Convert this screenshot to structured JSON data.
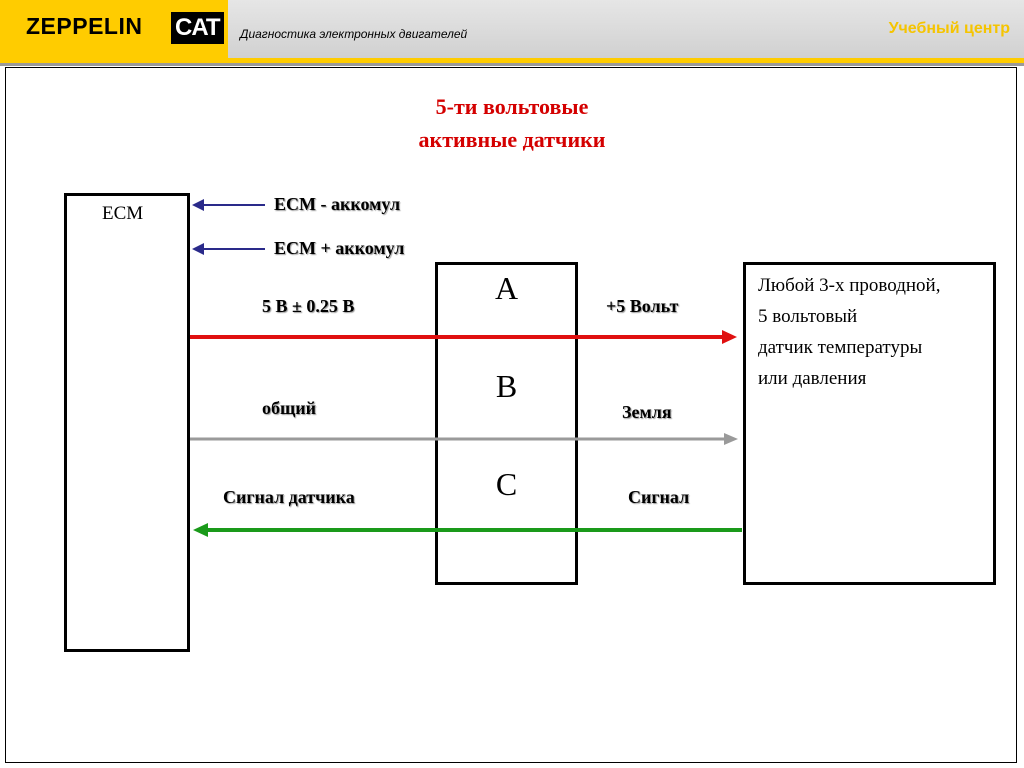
{
  "header": {
    "logo_text": "ZEPPELIN",
    "logo_cat": "CAT",
    "subtitle": "Диагностика электронных двигателей",
    "right_title": "Учебный центр"
  },
  "title": {
    "line1": "5-ти вольтовые",
    "line2": "активные датчики"
  },
  "ecm": {
    "label": "ECM"
  },
  "connector": {
    "pins": [
      "A",
      "B",
      "C"
    ]
  },
  "labels": {
    "ecm_minus": "ECM - аккомул",
    "ecm_plus": "ECM + аккомул",
    "voltage": "5 В ± 0.25 В",
    "plus5": "+5 Вольт",
    "common": "общий",
    "ground": "Земля",
    "sensor_signal": "Сигнал датчика",
    "signal": "Сигнал"
  },
  "sensor": {
    "line1": "Любой 3-х проводной,",
    "line2": "5 вольтовый",
    "line3": "датчик температуры",
    "line4": "или давления"
  },
  "colors": {
    "brand_yellow": "#ffcc00",
    "title_red": "#d40000",
    "wire_red": "#e01010",
    "wire_gray": "#9a9a9a",
    "wire_green": "#1a9a1a",
    "arrow_blue": "#2a2a8a"
  }
}
